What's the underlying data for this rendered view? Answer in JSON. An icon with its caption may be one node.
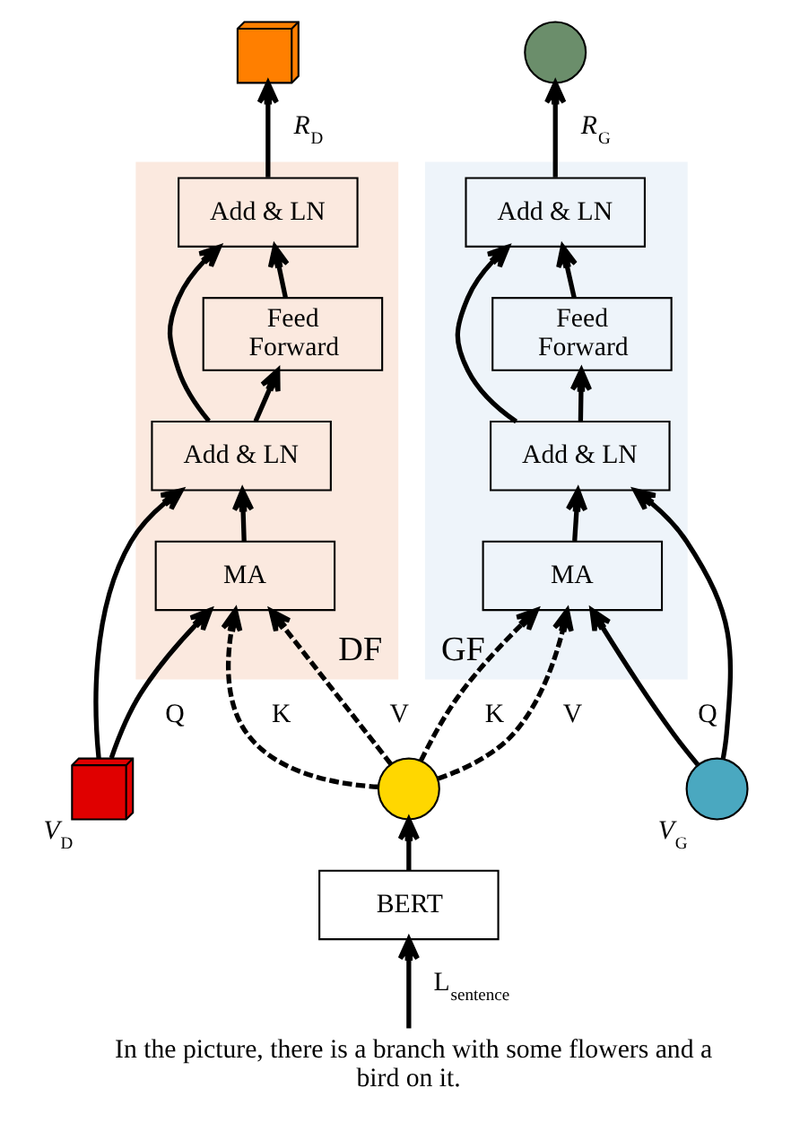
{
  "diagram": {
    "nodes": [
      {
        "text": [
          "GF"
        ]
      },
      {
        "text": [
          "Add & LN"
        ],
        "in": 0
      },
      {
        "text": [
          "Feed Forward"
        ],
        "in": 0
      },
      {
        "text": [
          "Add & LN"
        ],
        "in": 0
      },
      {
        "text": [
          "MA"
        ],
        "in": 0
      },
      {
        "text": [
          "DF"
        ]
      },
      {
        "text": [
          "Add & LN"
        ],
        "in": 5
      },
      {
        "text": [
          "Feed Forward"
        ],
        "in": 5
      },
      {
        "text": [
          "Add & LN"
        ],
        "in": 5
      },
      {
        "text": [
          "MA"
        ],
        "in": 5
      },
      {
        "text": [],
        "shape": "circle"
      },
      {
        "text": [],
        "shape": "box"
      },
      {
        "text": [],
        "shape": "circle"
      },
      {
        "text": [],
        "shape": "circle",
        "beside": [
          "*V*$_{G}$"
        ]
      },
      {
        "text": [],
        "shape": "box",
        "beside": [
          "*V*$_{D}$"
        ]
      },
      {
        "text": [
          "BERT"
        ]
      },
      {
        "text": [
          "In the picture, there is a branch with some flowers and a bird on it."
        ]
      }
    ],
    "edges": [
      {
        "from": 1,
        "to": 10,
        "arrow": "to",
        "label": "*R*$_{G}$"
      },
      {
        "from": 2,
        "to": 1,
        "arrow": "to"
      },
      {
        "from": 3,
        "to": 2,
        "arrow": "to"
      },
      {
        "from": 3,
        "to": 1,
        "arrow": "to"
      },
      {
        "from": 4,
        "to": 3,
        "arrow": "to"
      },
      {
        "from": 13,
        "to": 4,
        "arrow": "to",
        "label": "Q"
      },
      {
        "from": 13,
        "to": 3,
        "arrow": "to"
      },
      {
        "from": 12,
        "to": 4,
        "arrow": "to",
        "label": "K",
        "style": "dashed"
      },
      {
        "from": 12,
        "to": 4,
        "arrow": "to",
        "label": "V",
        "style": "dashed"
      },
      {
        "from": 6,
        "to": 11,
        "arrow": "to",
        "label": "*R*$_{D}$"
      },
      {
        "from": 7,
        "to": 6,
        "arrow": "to"
      },
      {
        "from": 8,
        "to": 7,
        "arrow": "to"
      },
      {
        "from": 8,
        "to": 6,
        "arrow": "to"
      },
      {
        "from": 9,
        "to": 8,
        "arrow": "to"
      },
      {
        "from": 12,
        "to": 9,
        "arrow": "to",
        "label": "K",
        "style": "dashed"
      },
      {
        "from": 12,
        "to": 9,
        "arrow": "to",
        "label": "V",
        "style": "dashed"
      },
      {
        "from": 14,
        "to": 9,
        "arrow": "to",
        "label": "Q"
      },
      {
        "from": 14,
        "to": 8,
        "arrow": "to"
      },
      {
        "from": 15,
        "to": 12,
        "arrow": "to"
      },
      {
        "from": 16,
        "to": 15,
        "arrow": "to",
        "label": "L$_{sentence}$"
      }
    ]
  }
}
